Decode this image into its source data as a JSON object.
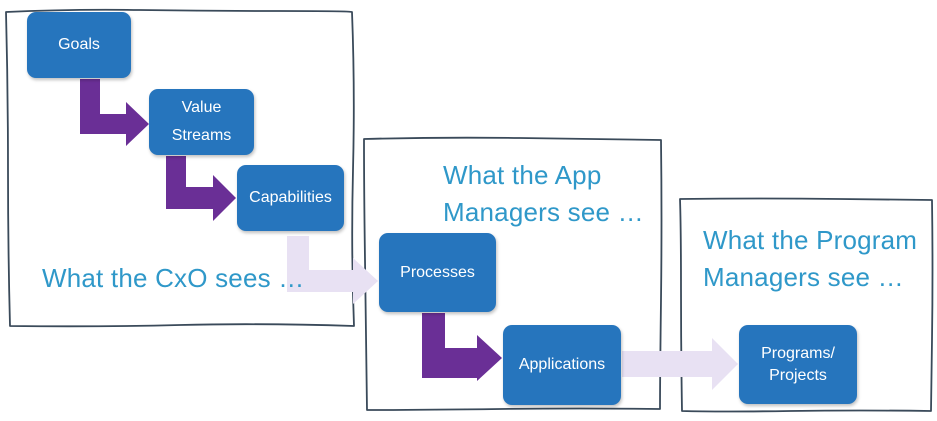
{
  "colors": {
    "node_fill": "#2675bd",
    "node_text": "#ffffff",
    "caption_text": "#2f98c9",
    "arrow_dark": "#6a2f96",
    "arrow_light": "#e8e1f3",
    "panel_border": "#3a4a5a"
  },
  "panels": {
    "cxo": {
      "caption": "What the CxO sees …",
      "nodes": {
        "goals": "Goals",
        "value_streams_line1": "Value",
        "value_streams_line2": "Streams",
        "capabilities": "Capabilities"
      }
    },
    "app_managers": {
      "caption_line1": "What the App",
      "caption_line2": "Managers see …",
      "nodes": {
        "processes": "Processes",
        "applications": "Applications"
      }
    },
    "program_managers": {
      "caption_line1": "What the Program",
      "caption_line2": "Managers see …",
      "nodes": {
        "programs_line1": "Programs/",
        "programs_line2": "Projects"
      }
    }
  }
}
